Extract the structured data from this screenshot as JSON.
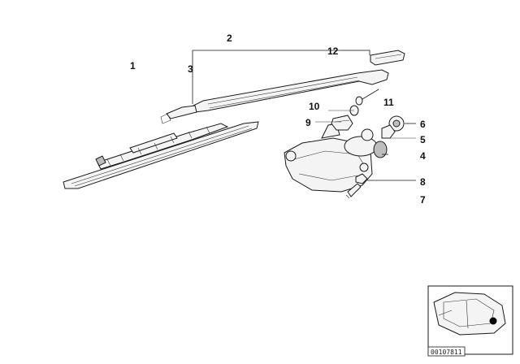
{
  "diagram": {
    "callouts": {
      "c1": "1",
      "c2": "2",
      "c3": "3",
      "c4": "4",
      "c5": "5",
      "c6": "6",
      "c7": "7",
      "c8": "8",
      "c9": "9",
      "c10": "10",
      "c11": "11",
      "c12": "12"
    },
    "reference_code": "00107811"
  }
}
